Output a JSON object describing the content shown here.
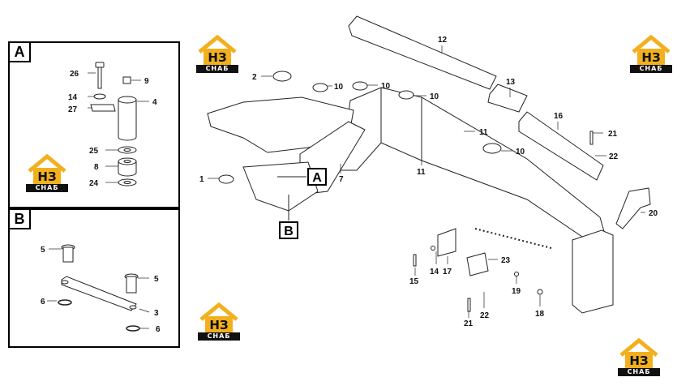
{
  "panels": {
    "a": {
      "tag": "A",
      "labels": {
        "l26": "26",
        "l9": "9",
        "l14": "14",
        "l27": "27",
        "l4": "4",
        "l25": "25",
        "l8": "8",
        "l24": "24"
      }
    },
    "b": {
      "tag": "B",
      "labels": {
        "l5a": "5",
        "l5b": "5",
        "l6a": "6",
        "l3": "3",
        "l6b": "6"
      }
    }
  },
  "callouts": {
    "a": "A",
    "b": "B"
  },
  "logo": {
    "mark": "НЗ",
    "caption": "СНАБ",
    "icon": "house-logo-icon",
    "accent": "#f2b01e"
  },
  "main_labels": {
    "l12": "12",
    "l2": "2",
    "l10a": "10",
    "l10b": "10",
    "l10c": "10",
    "l13": "13",
    "l16": "16",
    "l11a": "11",
    "l10d": "10",
    "l21a": "21",
    "l22a": "22",
    "l11b": "11",
    "l1": "1",
    "l7": "7",
    "l20": "20",
    "l23": "23",
    "l14": "14",
    "l17": "17",
    "l15": "15",
    "l19": "19",
    "l18": "18",
    "l21b": "21",
    "l22b": "22"
  }
}
